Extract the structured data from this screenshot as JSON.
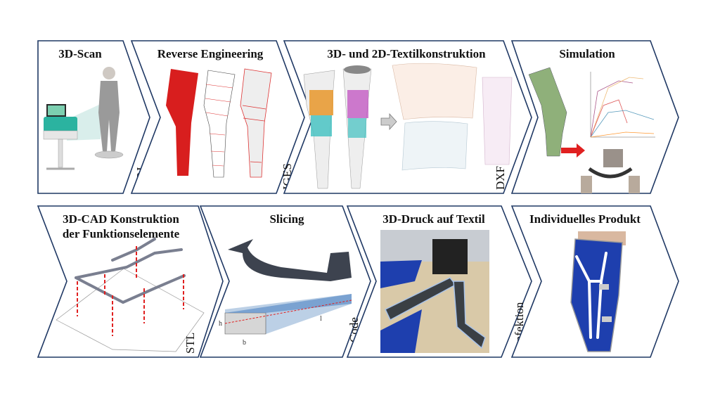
{
  "process": {
    "top_row": [
      {
        "title": "3D-Scan",
        "format": "OBJ"
      },
      {
        "title": "Reverse Engineering",
        "format": "IGES"
      },
      {
        "title": "3D- und 2D-Textilkonstruktion",
        "format": "DXF"
      },
      {
        "title": "Simulation",
        "format": ""
      }
    ],
    "bottom_row": [
      {
        "title_line1": "3D-CAD Konstruktion",
        "title_line2": "der Funktionselemente",
        "format": "STL"
      },
      {
        "title": "Slicing",
        "format": "G-Code",
        "dim_h": "h",
        "dim_b": "b",
        "dim_l": "l"
      },
      {
        "title": "3D-Druck auf Textil",
        "format": "Konfektion"
      },
      {
        "title": "Individuelles Produkt",
        "format": ""
      }
    ]
  },
  "colors": {
    "border": "#1f3864",
    "highlight_red": "#e02020",
    "sleeve_blue": "#1e3fae"
  }
}
